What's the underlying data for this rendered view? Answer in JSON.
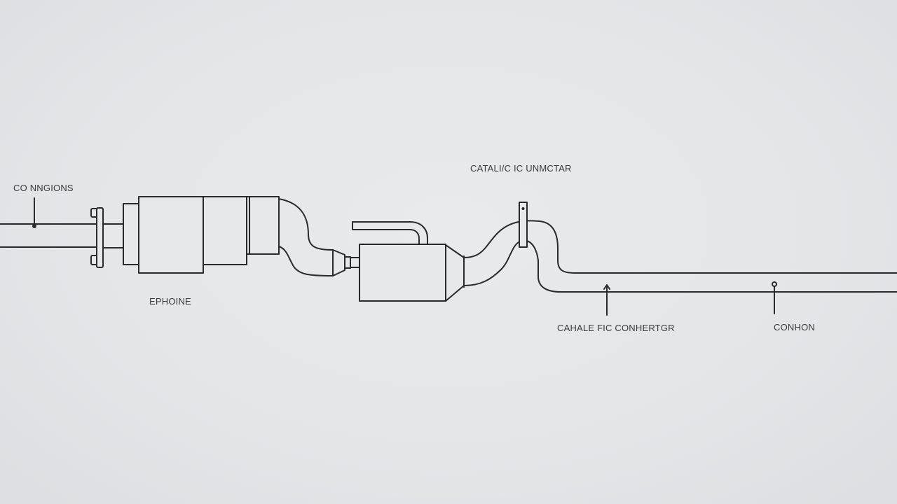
{
  "diagram": {
    "labels": {
      "connections": "CO NNGIONS",
      "engine": "EPHOINE",
      "catalytic_top": "CATALI/C IC UNMCTAR",
      "catalytic_bottom": "CAHALE FIC CONHERTGR",
      "carbon": "CONHON"
    },
    "colors": {
      "background": "#e4e6e8",
      "line": "#2a2a2a",
      "text": "#3a3a3a"
    }
  }
}
